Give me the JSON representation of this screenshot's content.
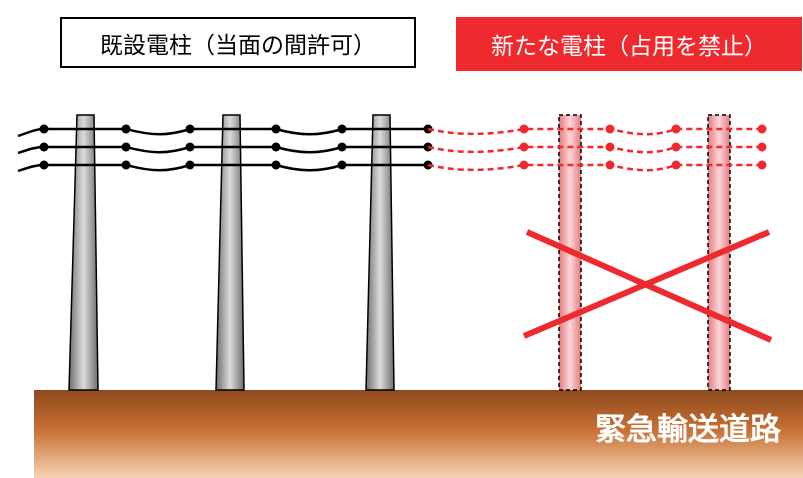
{
  "labels": {
    "existing_poles": "既設電柱（当面の間許可）",
    "new_poles": "新たな電柱（占用を禁止）",
    "road": "緊急輸送道路"
  },
  "colors": {
    "existing_wire": "#000000",
    "new_wire": "#ee2a2f",
    "existing_pole": "#9a9a9a",
    "new_pole": "#f4a3a5",
    "prohibited_cross": "#ee2a2f",
    "road_top": "#8e4a1c",
    "road_bottom": "#f6d3b4"
  }
}
